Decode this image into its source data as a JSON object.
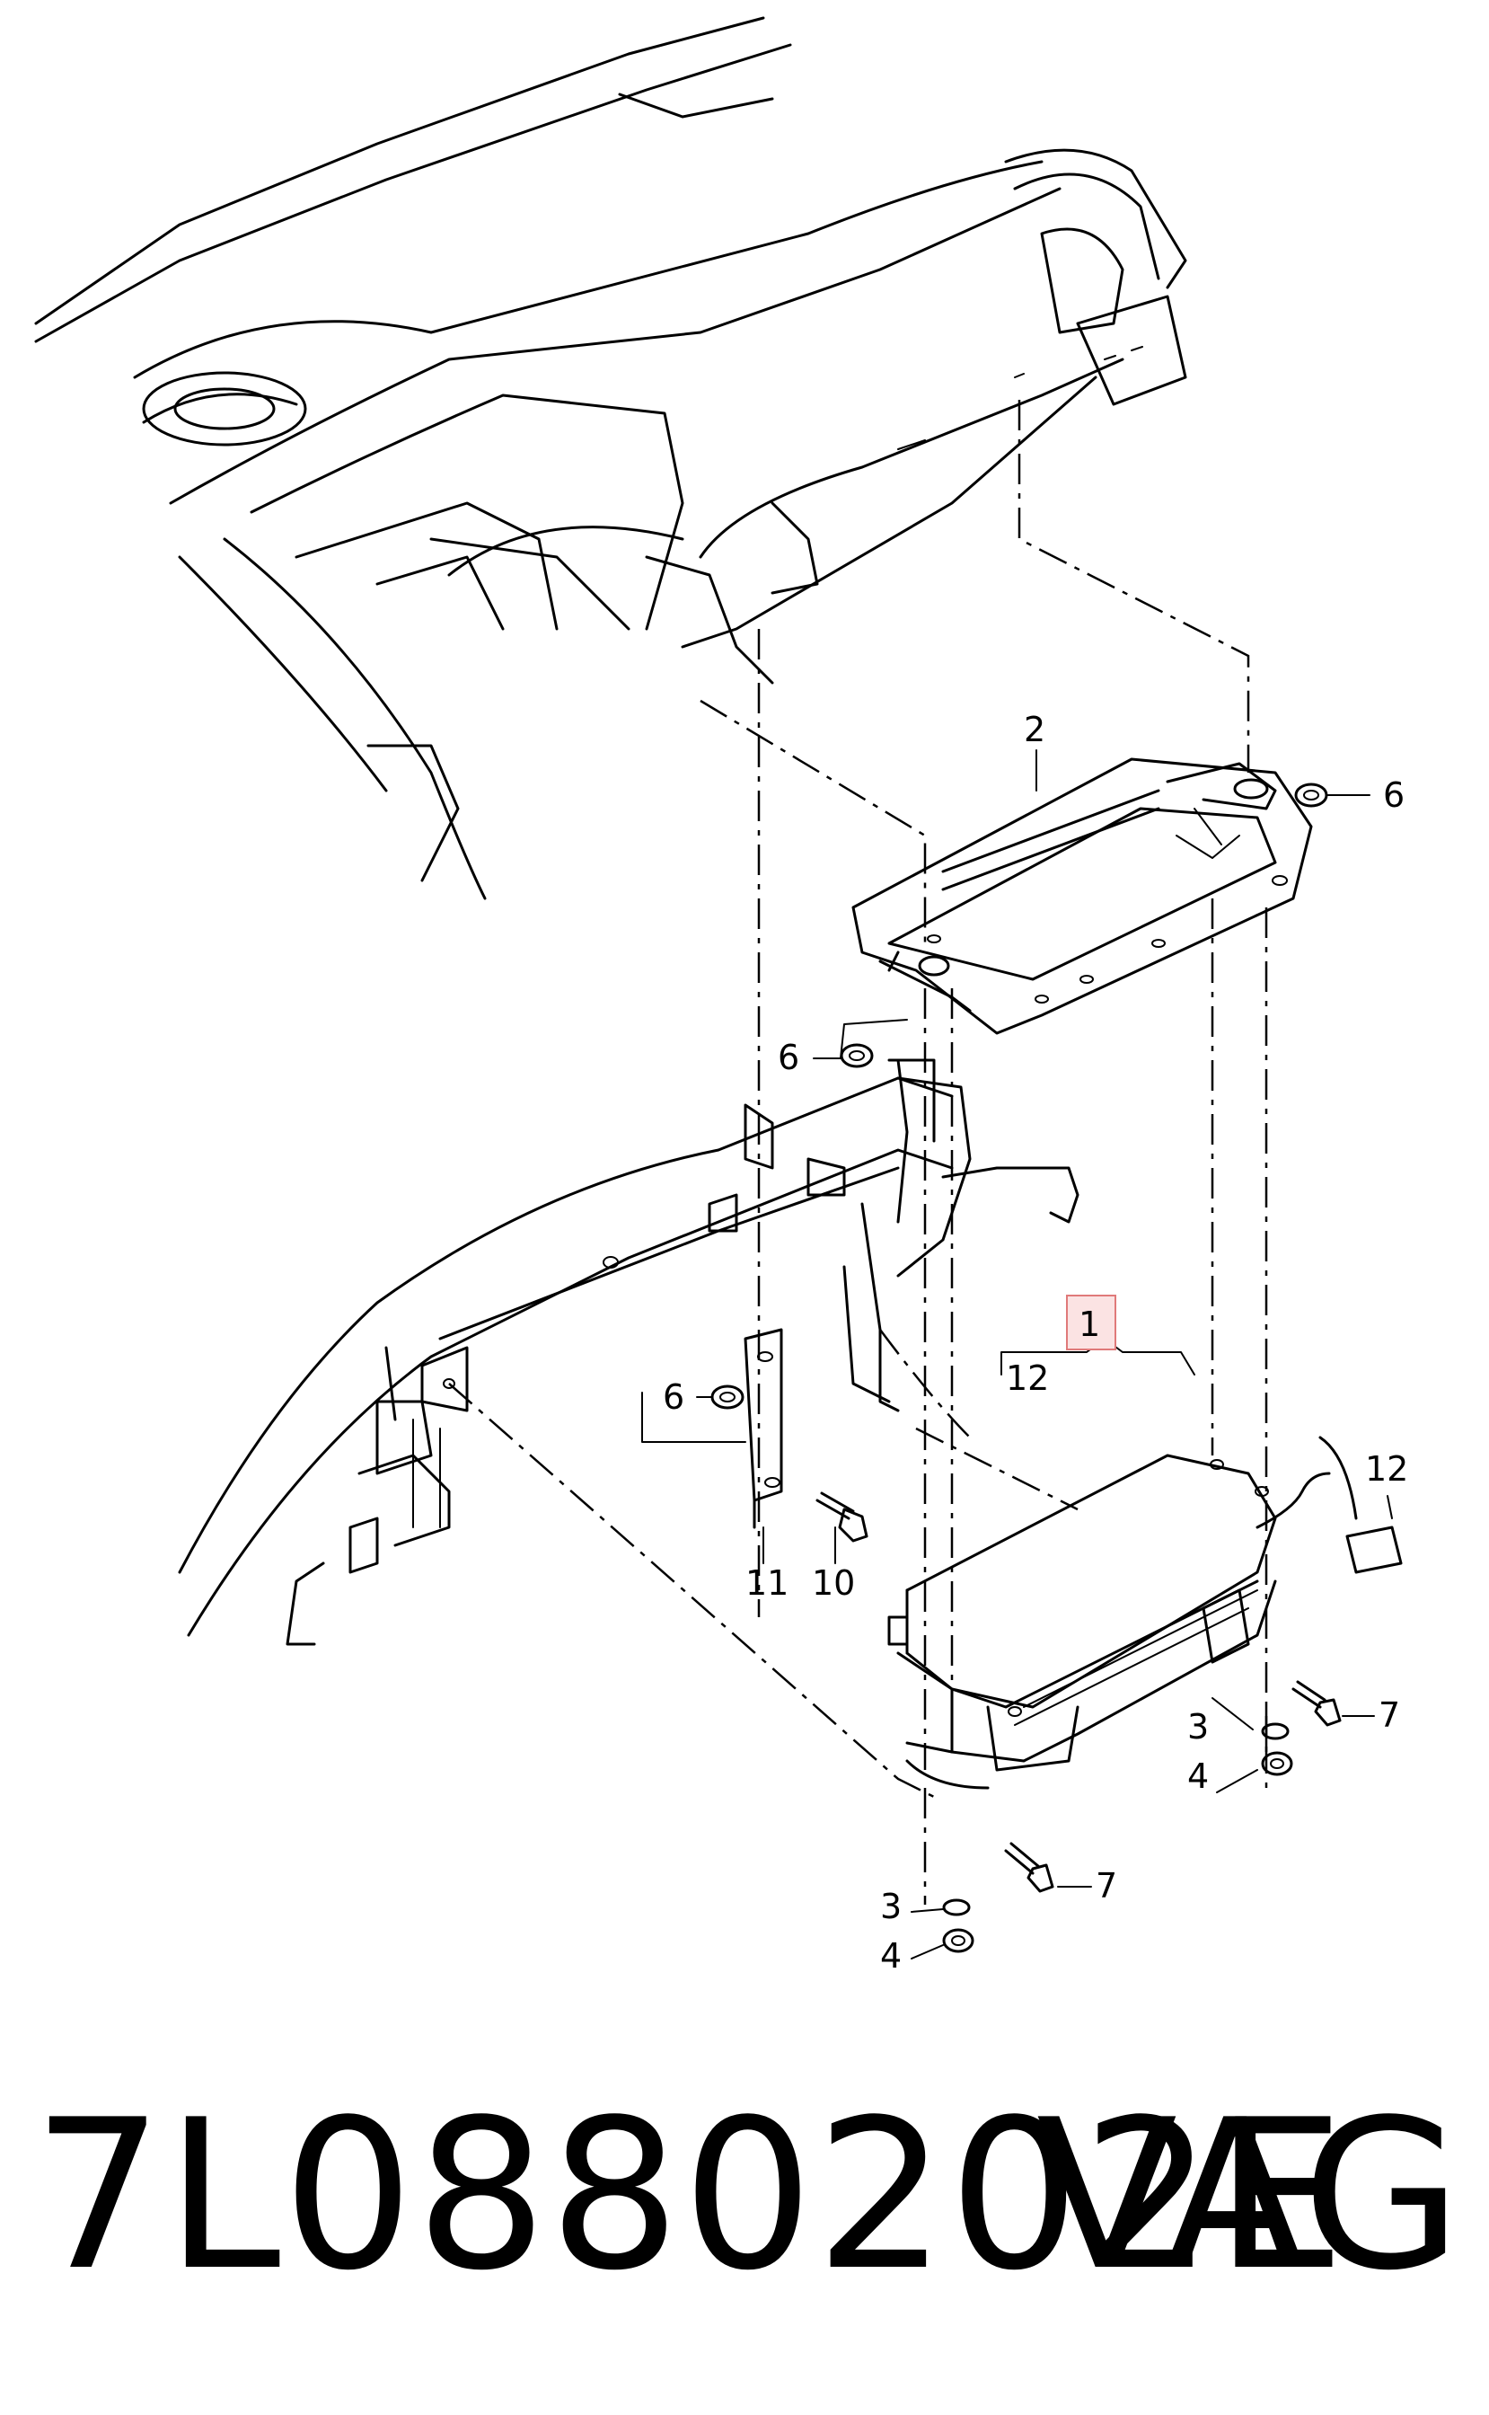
{
  "callouts": {
    "c1": "1",
    "c2": "2",
    "c3a": "3",
    "c3b": "3",
    "c4a": "4",
    "c4b": "4",
    "c6a": "6",
    "c6b": "6",
    "c6c": "6",
    "c7a": "7",
    "c7b": "7",
    "c10": "10",
    "c11": "11",
    "c12a": "12",
    "c12b": "12"
  },
  "footer": {
    "part_number": "7L0880202E",
    "brand": "VAG"
  },
  "colors": {
    "line": "#000000",
    "highlight_fill": "#fbe3e3",
    "highlight_stroke": "#e07a7a"
  }
}
